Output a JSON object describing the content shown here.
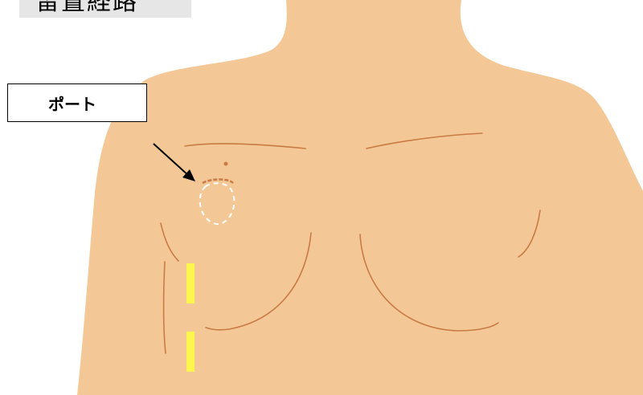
{
  "title": {
    "text": "留置経路"
  },
  "callout": {
    "label": "ポート"
  },
  "colors": {
    "skin": "#F4C896",
    "contour_line": "#C97A45",
    "port_outline": "#FFFFFF",
    "catheter_path": "#FFF64D",
    "title_background": "#E6E6E6",
    "arrow": "#000000"
  },
  "illustration": {
    "subject": "upper-torso",
    "port_marker": "dashed-outline",
    "catheter_path_style": "dashed-vertical"
  }
}
